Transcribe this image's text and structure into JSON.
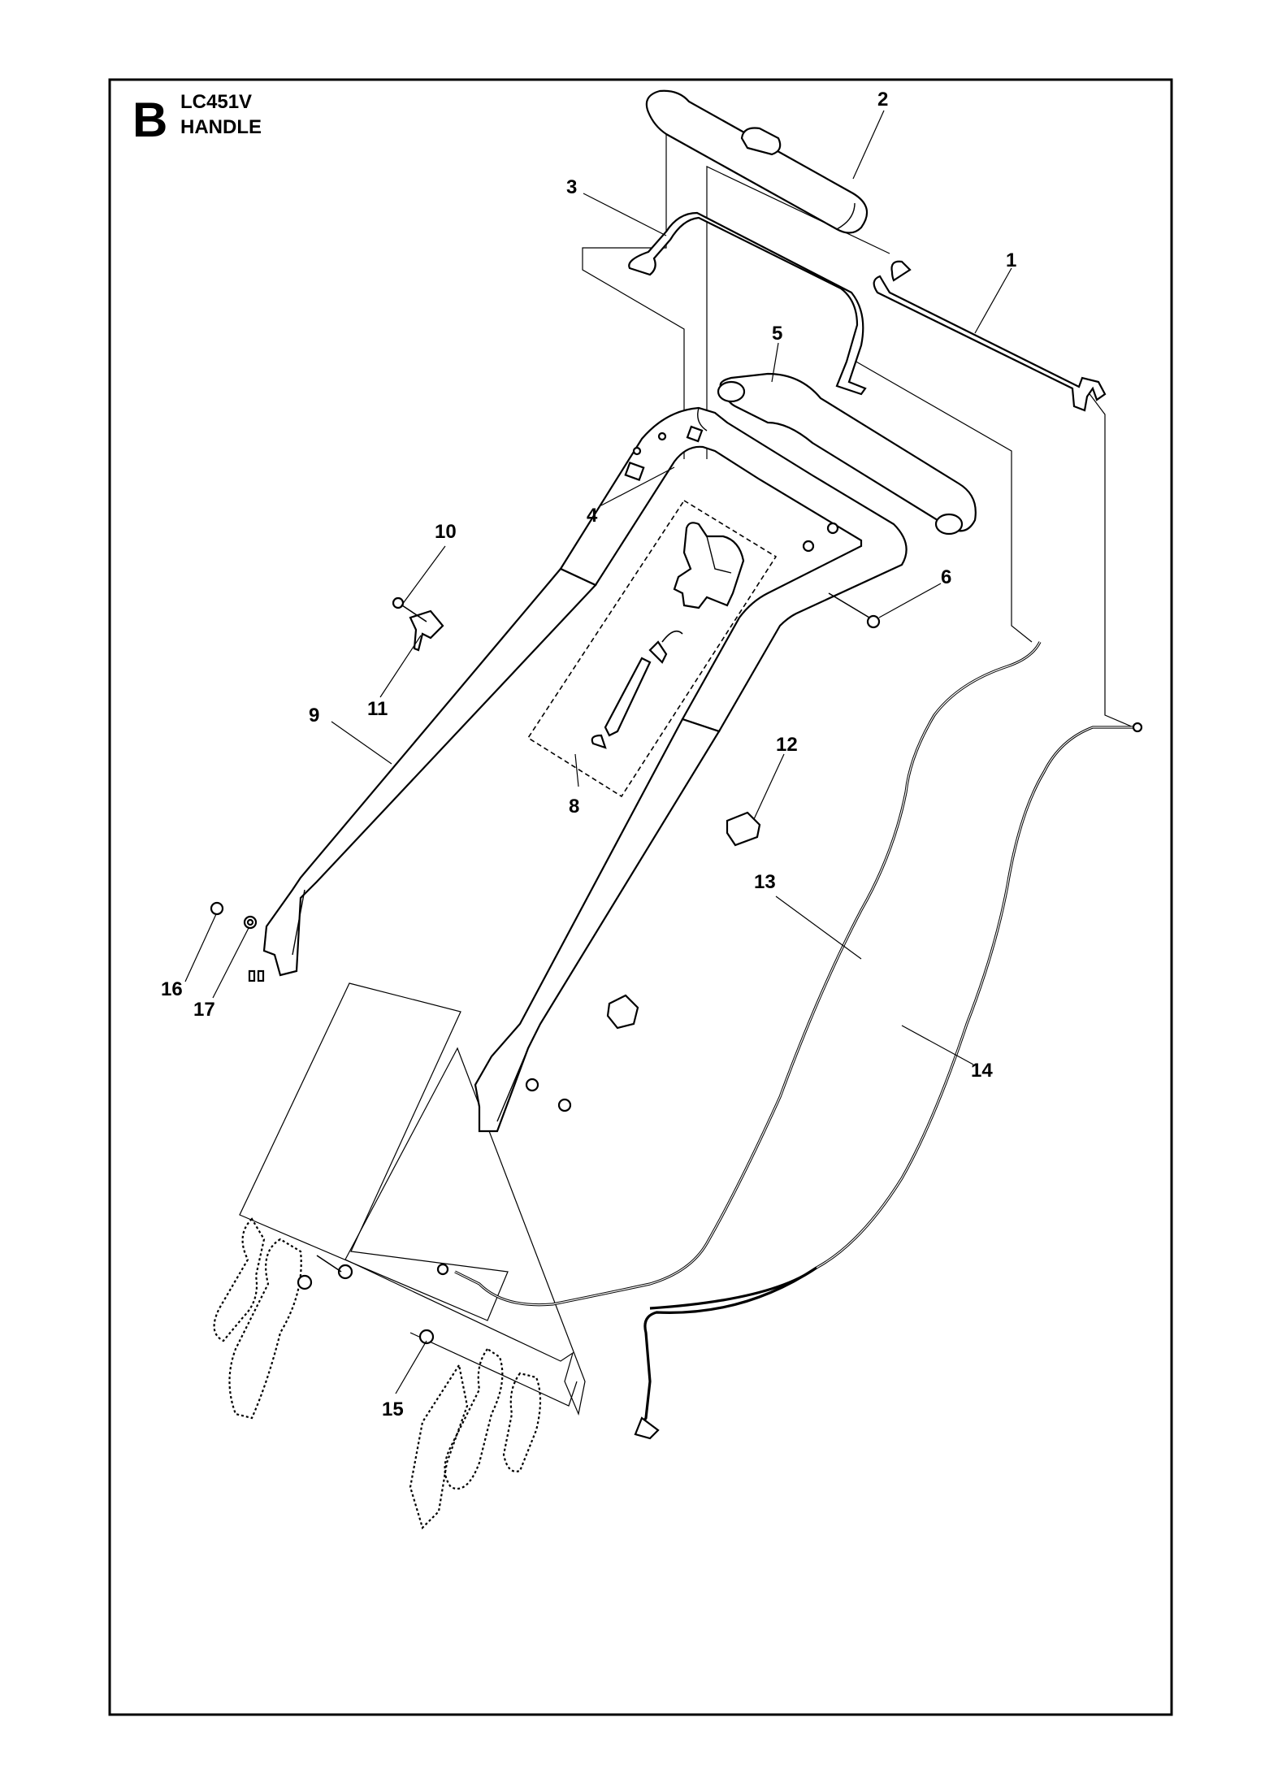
{
  "header": {
    "letter": "B",
    "model": "LC451V",
    "section": "HANDLE"
  },
  "callouts": {
    "p1": "1",
    "p2": "2",
    "p3": "3",
    "p4": "4",
    "p5": "5",
    "p6": "6",
    "p8": "8",
    "p9": "9",
    "p10": "10",
    "p11": "11",
    "p12": "12",
    "p13": "13",
    "p14": "14",
    "p15": "15",
    "p16": "16",
    "p17": "17"
  }
}
